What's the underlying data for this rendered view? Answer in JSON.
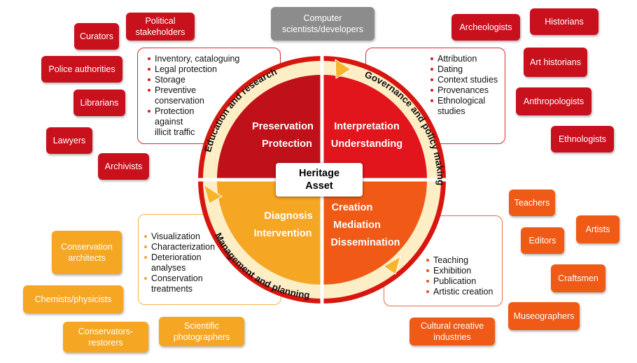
{
  "center": "Heritage\nAsset",
  "quadrants": {
    "top_left": {
      "line1": "Preservation",
      "line2": "Protection",
      "color": "#c0101a"
    },
    "top_right": {
      "line1": "Interpretation",
      "line2": "Understanding",
      "color": "#e2141c"
    },
    "bottom_left": {
      "line1": "Diagnosis",
      "line2": "Intervention",
      "color": "#f5a623"
    },
    "bottom_right": {
      "line1": "Creation",
      "line2": "Mediation",
      "line3": "Dissemination",
      "color": "#f05a16"
    }
  },
  "ring": {
    "education": "Education and research",
    "governance": "Governance and policy making",
    "management": "Management and planning",
    "color": "#fdeec6"
  },
  "lists": {
    "preservation": [
      "Inventory, cataloguing",
      "Legal protection",
      "Storage",
      "Preventive\nconservation",
      "Protection\nagainst\nillicit traffic"
    ],
    "interpretation": [
      "Attribution",
      "Dating",
      "Context  studies",
      "Provenances",
      "Ethnological\nstudies"
    ],
    "diagnosis": [
      "Visualization",
      "Characterization",
      "Deterioration\nanalyses",
      "Conservation\ntreatments"
    ],
    "creation": [
      "Teaching",
      "Exhibition",
      "Publication",
      "Artistic creation"
    ]
  },
  "actors": {
    "political": "Political\nstakeholders",
    "curators": "Curators",
    "police": "Police authorities",
    "librarians": "Librarians",
    "lawyers": "Lawyers",
    "archivists": "Archivists",
    "computer": "Computer\nscientists/developers",
    "archeologists": "Archeologists",
    "historians": "Historians",
    "art_historians": "Art historians",
    "anthropologists": "Anthropologists",
    "ethnologists": "Ethnologists",
    "teachers": "Teachers",
    "artists": "Artists",
    "editors": "Editors",
    "craftsmen": "Craftsmen",
    "museographers": "Museographers",
    "cultural": "Cultural creative\nindustries",
    "conservation_architects": "Conservation\narchitects",
    "chemists": "Chemists/physicists",
    "conservators": "Conservators-\nrestorers",
    "photographers": "Scientific\nphotographers"
  }
}
